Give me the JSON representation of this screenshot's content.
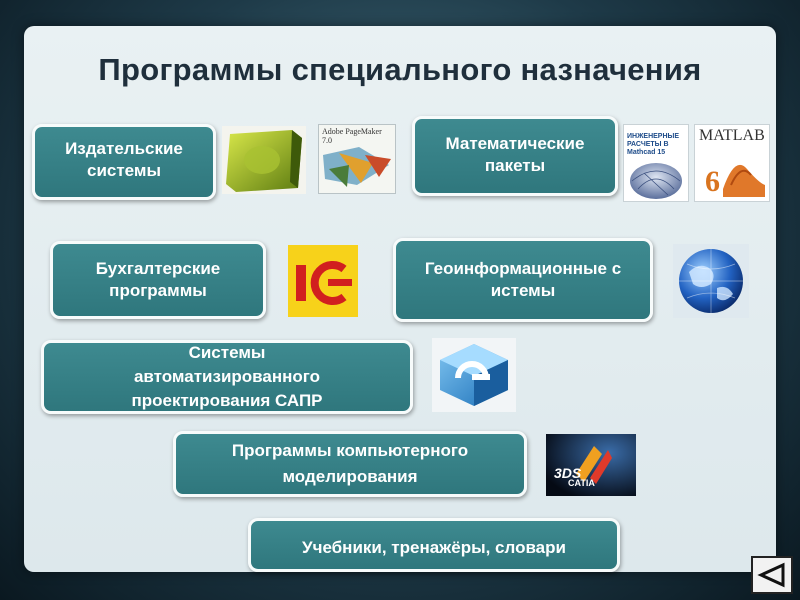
{
  "slide": {
    "title": "Программы специального назначения",
    "boxes": {
      "publishing": "Издательские системы",
      "math": "Математические пакеты",
      "accounting": "Бухгалтерские программы",
      "gis": "Геоинформационные системы",
      "cad": "Системы автоматизированного проектирования САПР",
      "modeling": "Программы компьютерного моделирования",
      "textbooks": "Учебники, тренажёры, словари"
    },
    "images": {
      "quark_icon": "quarkxpress-box-icon",
      "pagemaker_icon": "adobe-pagemaker-box-icon",
      "pagemaker_text": "Adobe PageMaker 7.0",
      "mathcad_icon": "mathcad-book-icon",
      "mathcad_text": "ИНЖЕНЕРНЫЕ РАСЧЕТЫ В Mathcad 15",
      "matlab_icon": "matlab-book-icon",
      "matlab_text": "MATLAB",
      "onec_icon": "1c-logo-icon",
      "onec_text": "1С",
      "globe_icon": "globe-icon",
      "cad_icon": "compass-3d-icon",
      "catia_icon": "catia-logo-icon",
      "catia_text": "CATIA"
    },
    "nav": {
      "icon": "back-triangle-icon"
    },
    "colors": {
      "box": "#3e8a90",
      "title": "#1f2f3c",
      "panel": "#e9f1f3"
    }
  }
}
